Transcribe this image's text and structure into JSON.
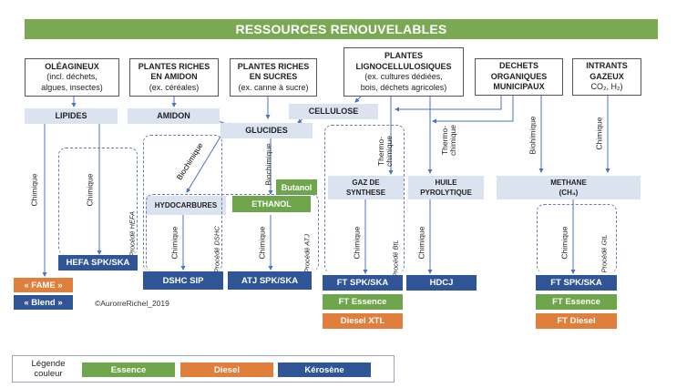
{
  "title": "RESSOURCES RENOUVELABLES",
  "sources": {
    "oleagineux": {
      "line1": "OLÉAGINEUX",
      "line2": "(incl. déchets,",
      "line3": "algues, insectes)"
    },
    "amidon": {
      "line1": "PLANTES RICHES",
      "line2": "EN AMIDON",
      "line3": "(ex. céréales)"
    },
    "sucres": {
      "line1": "PLANTES RICHES",
      "line2": "EN SUCRES",
      "line3": "(ex. canne à sucre)"
    },
    "ligno": {
      "line1": "PLANTES",
      "line2": "LIGNOCELLULOSIQUES",
      "line3": "(ex. cultures dédiées,",
      "line4": "bois, déchets agricoles)"
    },
    "dechets": {
      "line1": "DECHETS",
      "line2": "ORGANIQUES",
      "line3": "MUNICIPAUX"
    },
    "intrants": {
      "line1": "INTRANTS",
      "line2": "GAZEUX",
      "line3": "CO₂, H₂)"
    }
  },
  "intermediates": {
    "lipides": "LIPIDES",
    "amidon": "AMIDON",
    "cellulose": "CELLULOSE",
    "glucides": "GLUCIDES",
    "hydrocarbures": "HYDOCARBURES",
    "ethanol": "ETHANOL",
    "butanol": "Butanol",
    "gaz_line1": "GAZ DE",
    "gaz_line2": "SYNTHESE",
    "huile_line1": "HUILE",
    "huile_line2": "PYROLYTIQUE",
    "methane_line1": "METHANE",
    "methane_line2": "(CH₄)"
  },
  "process_labels": {
    "chimique": "Chimique",
    "biochimique": "Biochimique",
    "biohimique": "Biohimique",
    "thermo_line1": "Thermo-",
    "thermo_line2": "chimique"
  },
  "procedes": {
    "hefa": "Procédé HEFA",
    "dshc": "Procédé DSHC",
    "atj": "Procédé ATJ",
    "btl": "Procédé BtL",
    "gtl": "Procédé GtL"
  },
  "products": {
    "fame": "« FAME »",
    "blend": "« Blend »",
    "hefa": "HEFA SPK/SKA",
    "dshc": "DSHC SIP",
    "atj": "ATJ SPK/SKA",
    "ft_spk_btl": "FT SPK/SKA",
    "ft_essence_btl": "FT Essence",
    "diesel_xtl": "Diesel XTL",
    "hdcj": "HDCJ",
    "ft_spk_gtl": "FT SPK/SKA",
    "ft_essence_gtl": "FT Essence",
    "ft_diesel": "FT Diesel"
  },
  "copyright": "©AurorreRichel_2019",
  "legend": {
    "title_line1": "Légende",
    "title_line2": "couleur",
    "items": [
      {
        "label": "Essence",
        "color": "#70a64b"
      },
      {
        "label": "Diesel",
        "color": "#e07f3c"
      },
      {
        "label": "Kérosène",
        "color": "#2f5597"
      }
    ]
  },
  "colors": {
    "banner": "#7aa954",
    "essence": "#70a64b",
    "diesel": "#e07f3c",
    "kerosene": "#2f5597",
    "intermediate": "#dbe3f0",
    "arrow": "#4a72c4"
  }
}
